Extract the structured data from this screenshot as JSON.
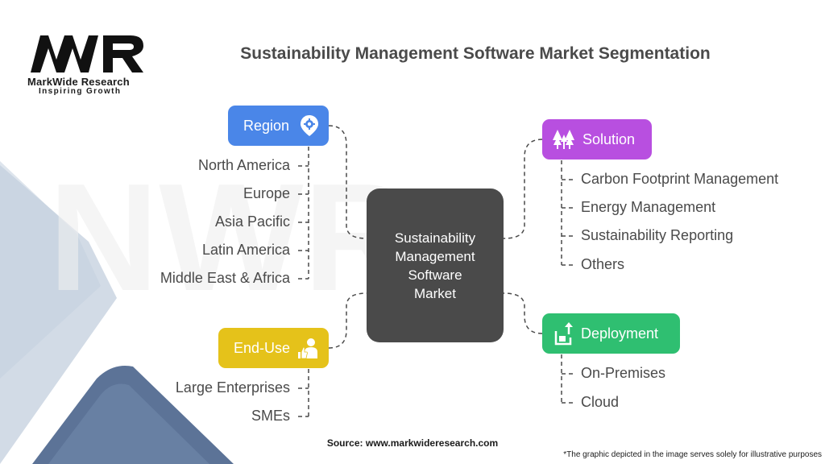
{
  "brand": {
    "name": "MarkWide Research",
    "tagline": "Inspiring Growth"
  },
  "title": "Sustainability Management Software Market Segmentation",
  "center": {
    "label_lines": [
      "Sustainability",
      "Management",
      "Software",
      "Market"
    ]
  },
  "segments": {
    "region": {
      "label": "Region",
      "icon": "location-gear-icon",
      "color": "#4a86e8",
      "items": [
        "North America",
        "Europe",
        "Asia Pacific",
        "Latin America",
        "Middle East & Africa"
      ]
    },
    "solution": {
      "label": "Solution",
      "icon": "trees-icon",
      "color": "#b84fe0",
      "items": [
        "Carbon Footprint Management",
        "Energy Management",
        "Sustainability Reporting",
        "Others"
      ]
    },
    "end_use": {
      "label": "End-Use",
      "icon": "user-thumbs-up-icon",
      "color": "#e5c21a",
      "items": [
        "Large Enterprises",
        "SMEs"
      ]
    },
    "deployment": {
      "label": "Deployment",
      "icon": "upload-box-icon",
      "color": "#2fbf71",
      "items": [
        "On-Premises",
        "Cloud"
      ]
    }
  },
  "source": "Source: www.markwideresearch.com",
  "disclaimer": "*The graphic depicted in the image serves solely for illustrative purposes",
  "connector_color": "#4a4a4a",
  "text_color": "#4a4a4a"
}
